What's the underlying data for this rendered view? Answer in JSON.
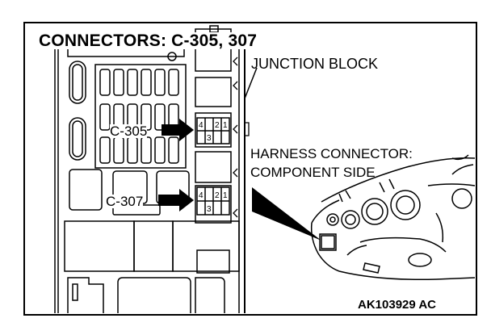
{
  "figure": {
    "title": "CONNECTORS: C-305, 307",
    "labels": {
      "junction_block": "JUNCTION BLOCK",
      "harness_line1": "HARNESS CONNECTOR:",
      "harness_line2": "COMPONENT SIDE",
      "c305": "C-305",
      "c307": "C-307"
    },
    "connector_pins": {
      "c305": [
        "2",
        "1",
        "4",
        "3"
      ],
      "c307": [
        "2",
        "1",
        "4",
        "3"
      ]
    },
    "figure_code": "AK103929 AC"
  }
}
